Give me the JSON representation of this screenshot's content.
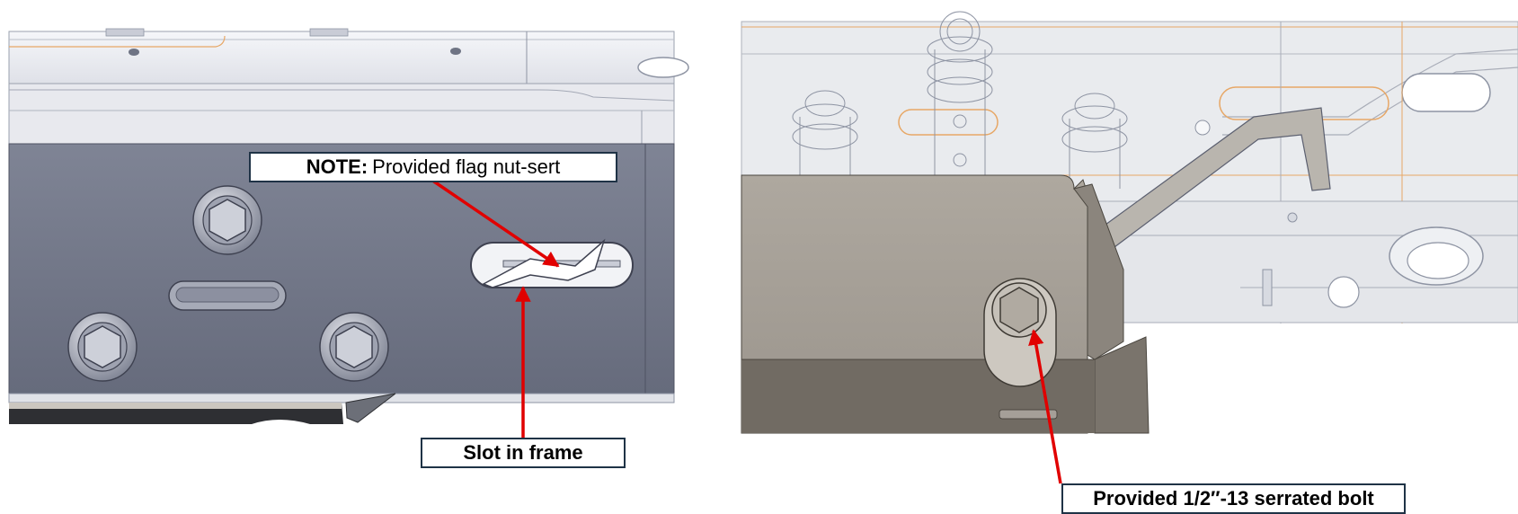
{
  "callouts": {
    "note_prefix": "NOTE:",
    "note_text": "Provided flag nut-sert",
    "slot": "Slot in frame",
    "bolt": "Provided 1/2″-13 serrated bolt"
  },
  "colors": {
    "arrow": "#e10000",
    "callout_border": "#1f3346",
    "frame_dark": "#727788",
    "frame_light": "#ecedf2",
    "plate_tan": "#a59f98",
    "plate_dark": "#6f6a64",
    "ghost_frame": "#dde0e6"
  }
}
